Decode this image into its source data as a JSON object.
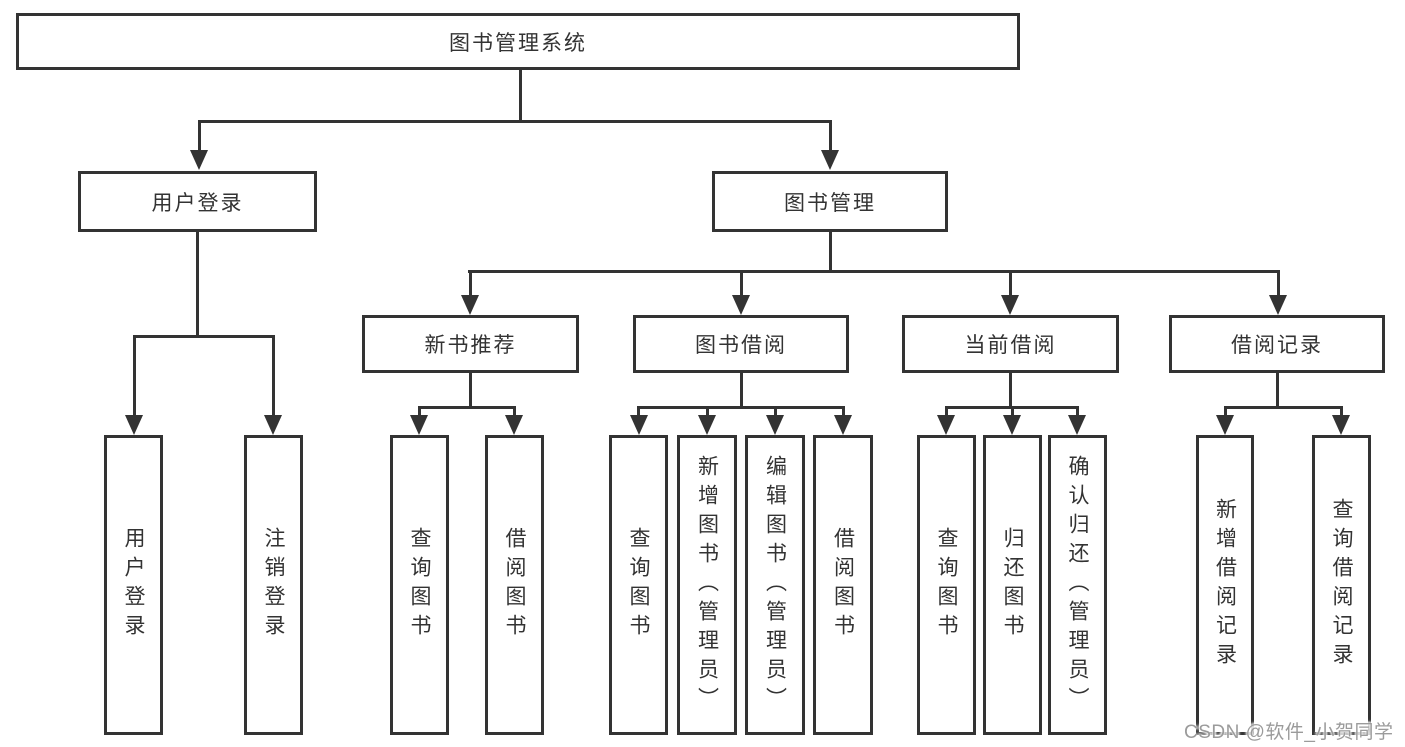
{
  "diagram_title": "图书管理系统",
  "watermark": "CSDN @软件_小贺同学",
  "colors": {
    "line": "#333333",
    "text": "#333333",
    "box_background": "#ffffff",
    "watermark": "#9b9b9b"
  },
  "tree": {
    "root": "图书管理系统",
    "branches": [
      {
        "label": "用户登录",
        "leaves": [
          "用户登录",
          "注销登录"
        ]
      },
      {
        "label": "图书管理",
        "groups": [
          {
            "label": "新书推荐",
            "leaves": [
              "查询图书",
              "借阅图书"
            ]
          },
          {
            "label": "图书借阅",
            "leaves": [
              "查询图书",
              "新增图书（管理员）",
              "编辑图书（管理员）",
              "借阅图书"
            ]
          },
          {
            "label": "当前借阅",
            "leaves": [
              "查询图书",
              "归还图书",
              "确认归还（管理员）"
            ]
          },
          {
            "label": "借阅记录",
            "leaves": [
              "新增借阅记录",
              "查询借阅记录"
            ]
          }
        ]
      }
    ]
  }
}
